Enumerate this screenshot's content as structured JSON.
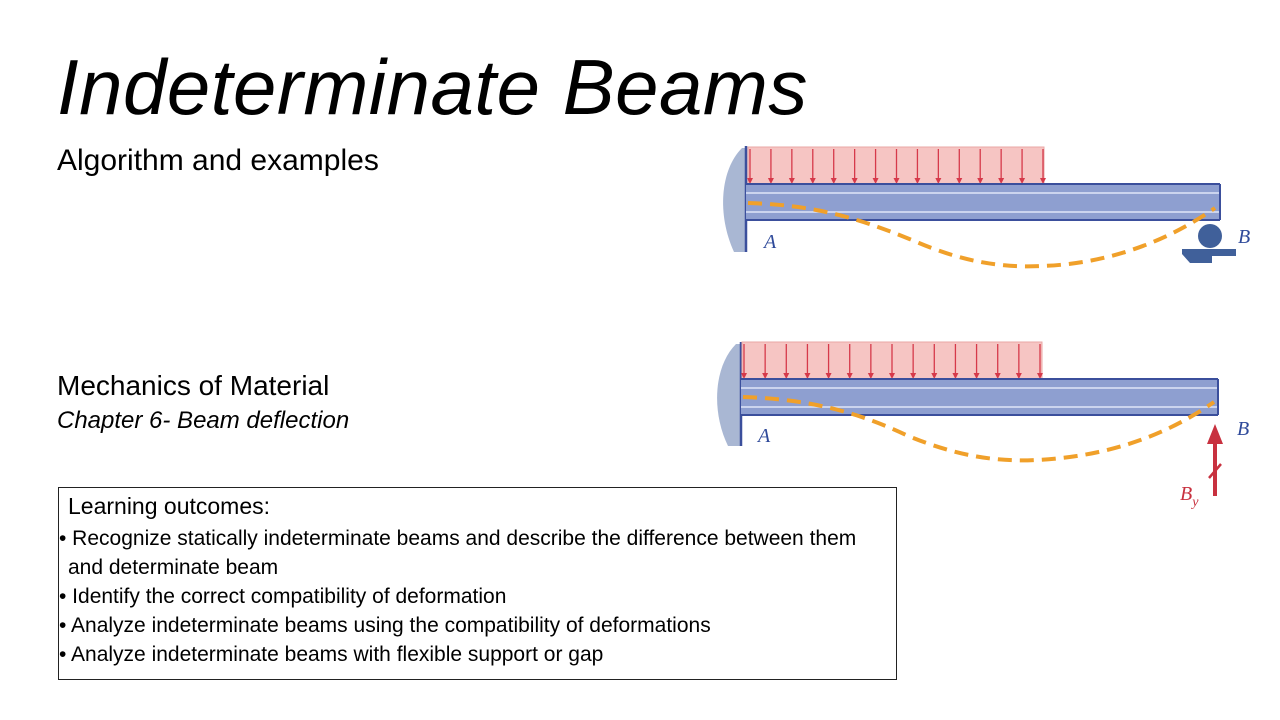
{
  "slide": {
    "title": "Indeterminate Beams",
    "subtitle": "Algorithm and examples",
    "course": "Mechanics of Material",
    "chapter": "Chapter 6- Beam deflection"
  },
  "learning_outcomes": {
    "heading": "Learning outcomes:",
    "items": [
      "• Recognize statically indeterminate beams and describe the difference between them and determinate beam",
      "• Identify the correct compatibility of deformation",
      "• Analyze indeterminate beams using the compatibility of deformations",
      "• Analyze indeterminate beams with flexible support or gap"
    ]
  },
  "figures": {
    "top": {
      "label_a": "A",
      "label_b": "B"
    },
    "bottom": {
      "label_a": "A",
      "label_b": "B",
      "reaction_label": "B",
      "reaction_subscript": "y"
    }
  },
  "colors": {
    "load_fill": "#f6c5c3",
    "load_arrow": "#d6394a",
    "beam": "#8e9fd0",
    "beam_edge": "#3b4f9c",
    "wall": "#a9b7d3",
    "deflection": "#f0a02a",
    "support": "#40609a",
    "label": "#2f4a9a",
    "reaction": "#c8313f"
  }
}
